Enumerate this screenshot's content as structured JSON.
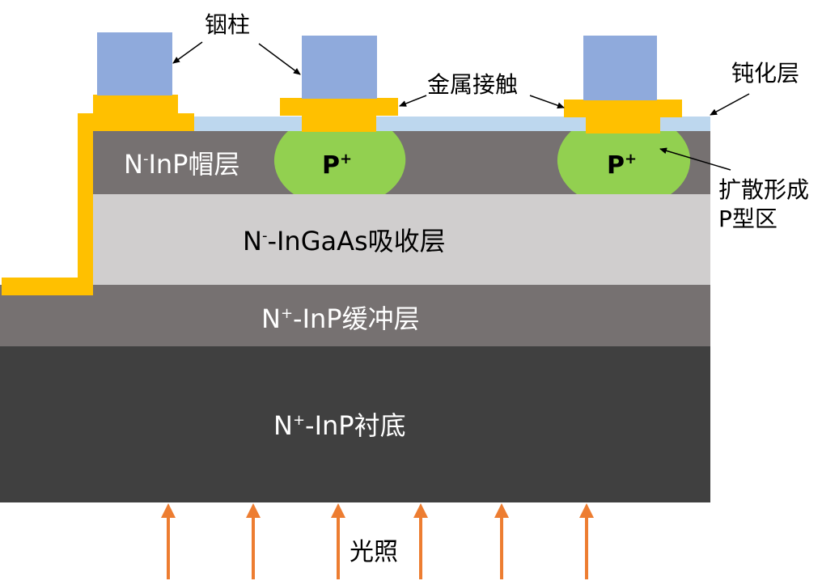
{
  "layers": {
    "cap": {
      "main": "N",
      "sup": "-",
      "rest": "InP帽层"
    },
    "absorb": {
      "main": "N",
      "sup": "-",
      "rest": "-InGaAs吸收层"
    },
    "buffer": {
      "main": "N",
      "sup": "+",
      "rest": "-InP缓冲层"
    },
    "substrate": {
      "main": "N",
      "sup": "+",
      "rest": "-InP衬底"
    }
  },
  "p_regions": [
    {
      "main": "P",
      "sup": "+"
    },
    {
      "main": "P",
      "sup": "+"
    }
  ],
  "labels": {
    "indium_bump": "铟柱",
    "metal_contact": "金属接触",
    "passivation": "钝化层",
    "diffusion_line1": "扩散形成",
    "diffusion_line2": "P型区",
    "illumination": "光照"
  },
  "colors": {
    "indium": "#8faadc",
    "gold": "#ffc000",
    "passivation": "#bdd7ee",
    "cap_layer": "#767171",
    "absorb_layer": "#d0cece",
    "buffer_layer": "#767171",
    "substrate": "#404040",
    "p_region": "#92d050",
    "arrow": "#ed7d31"
  }
}
